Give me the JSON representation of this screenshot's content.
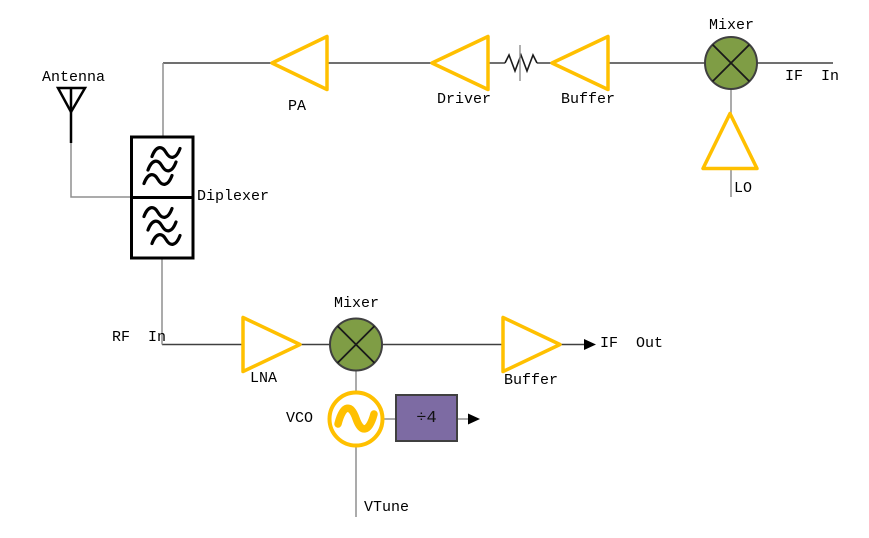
{
  "diagram": {
    "type": "rf-transceiver-block-diagram",
    "labels": {
      "antenna": "Antenna",
      "diplexer": "Diplexer",
      "pa": "PA",
      "driver": "Driver",
      "buffer_tx": "Buffer",
      "mixer_tx": "Mixer",
      "if_in": "IF  In",
      "lo": "LO",
      "rf_in": "RF  In",
      "lna": "LNA",
      "mixer_rx": "Mixer",
      "buffer_rx": "Buffer",
      "if_out": "IF  Out",
      "vco": "VCO",
      "divider": "÷4",
      "vtune": "VTune"
    },
    "colors": {
      "amp_stroke": "#FFC000",
      "mixer_fill": "#7F9D45",
      "mixer_border": "#404040",
      "divider_fill": "#7D6BA3",
      "divider_border": "#404040",
      "wire_main": "#404040",
      "wire_stub": "#8F8F8F",
      "symbol_black": "#000000",
      "background": "#FFFFFF"
    }
  }
}
